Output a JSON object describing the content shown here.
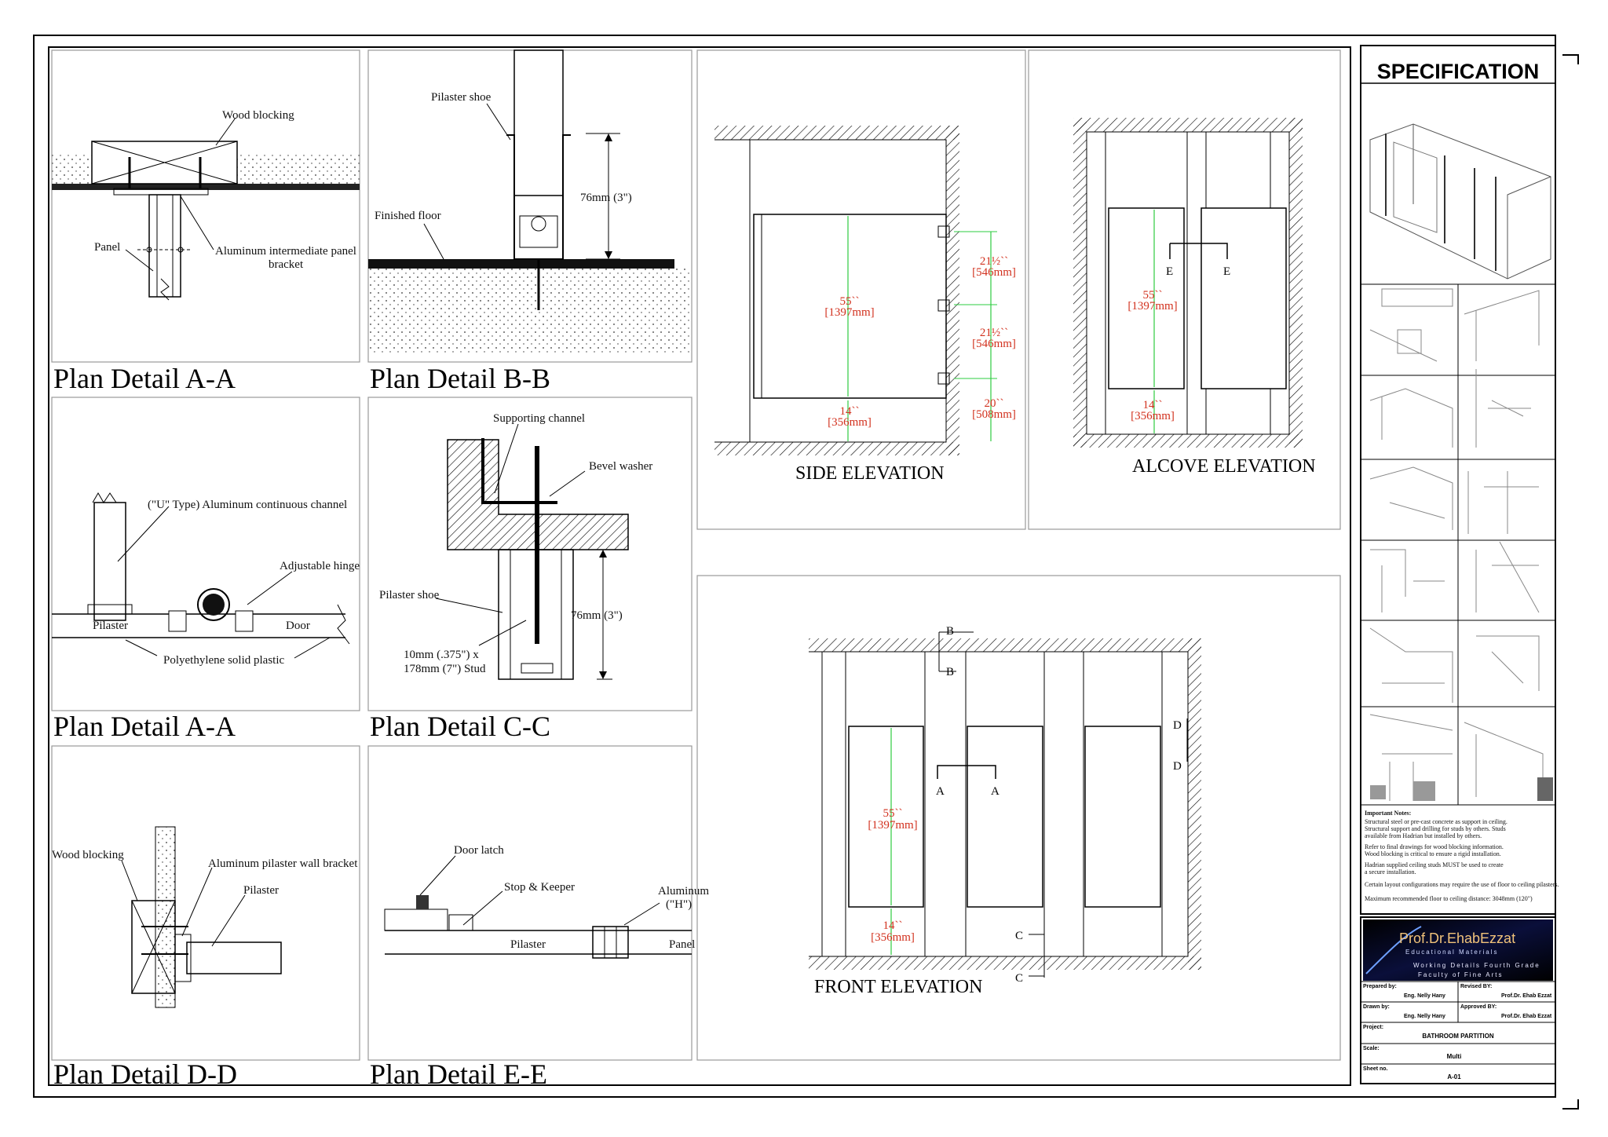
{
  "panels": {
    "aa1": {
      "title": "Plan Detail A-A",
      "labels": [
        "Wood blocking",
        "Panel",
        "Aluminum intermediate panel",
        "bracket"
      ]
    },
    "bb": {
      "title": "Plan Detail B-B",
      "labels": [
        "Pilaster shoe",
        "Finished floor",
        "76mm (3\")"
      ]
    },
    "aa2": {
      "title": "Plan Detail A-A",
      "labels": [
        "(\"U\" Type) Aluminum continuous channel",
        "Adjustable hinge",
        "Pilaster",
        "Door",
        "Polyethylene solid plastic"
      ]
    },
    "cc": {
      "title": "Plan Detail C-C",
      "labels": [
        "Supporting channel",
        "Bevel washer",
        "Pilaster shoe",
        "76mm (3\")",
        "10mm (.375\") x",
        "178mm (7\") Stud"
      ]
    },
    "dd": {
      "title": "Plan Detail D-D",
      "labels": [
        "Wood blocking",
        "Aluminum pilaster wall bracket",
        "Pilaster"
      ]
    },
    "ee": {
      "title": "Plan Detail E-E",
      "labels": [
        "Door latch",
        "Stop & Keeper",
        "Pilaster",
        "Aluminum",
        "(\"H\")",
        "Panel"
      ]
    }
  },
  "elevations": {
    "side": {
      "title": "SIDE ELEVATION",
      "dims": [
        "55``",
        "[1397mm]",
        "14``",
        "[356mm]",
        "21½``",
        "[546mm]",
        "21½``",
        "[546mm]",
        "20``",
        "[508mm]"
      ]
    },
    "alcove": {
      "title": "ALCOVE ELEVATION",
      "dims": [
        "55``",
        "[1397mm]",
        "14``",
        "[356mm]"
      ],
      "marks": [
        "E",
        "E"
      ]
    },
    "front": {
      "title": "FRONT ELEVATION",
      "dims": [
        "55``",
        "[1397mm]",
        "14``",
        "[356mm]"
      ],
      "marks": [
        "B",
        "B",
        "A",
        "A",
        "D",
        "D",
        "C",
        "C"
      ]
    }
  },
  "spec": {
    "header": "SPECIFICATION",
    "notes_title": "Important Notes:",
    "notes": [
      "Structural steel or pre-cast concrete as support in ceiling.",
      "Structural support and drilling for studs by others. Studs",
      "available from Hadrian but installed by others.",
      "",
      "Refer to final drawings for wood blocking information.",
      "Wood blocking is critical to ensure a rigid installation.",
      "",
      "Hadrian supplied ceiling studs MUST be used to create",
      "a secure installation.",
      "",
      "Certain layout configurations may require the use of floor to ceiling pilasters.",
      "",
      "Maximum recommended floor to ceiling distance: 3048mm (120\")"
    ]
  },
  "title_block": {
    "logo_name": "Prof.Dr.EhabEzzat",
    "logo_sub": "Educational Materials",
    "logo_line1": "Working Details Fourth Grade",
    "logo_line2": "Faculty of Fine Arts",
    "prepared_by_label": "Prepared by:",
    "prepared_by": "Eng. Nelly Hany",
    "revised_by_label": "Revised BY:",
    "revised_by": "Prof.Dr. Ehab Ezzat",
    "drawn_by_label": "Drawn by:",
    "drawn_by": "Eng. Nelly Hany",
    "approved_by_label": "Approved BY:",
    "approved_by": "Prof.Dr. Ehab Ezzat",
    "project_label": "Project:",
    "project": "BATHROOM PARTITION",
    "scale_label": "Scale:",
    "scale": "Multi",
    "sheet_label": "Sheet no.",
    "sheet": "A-01"
  }
}
